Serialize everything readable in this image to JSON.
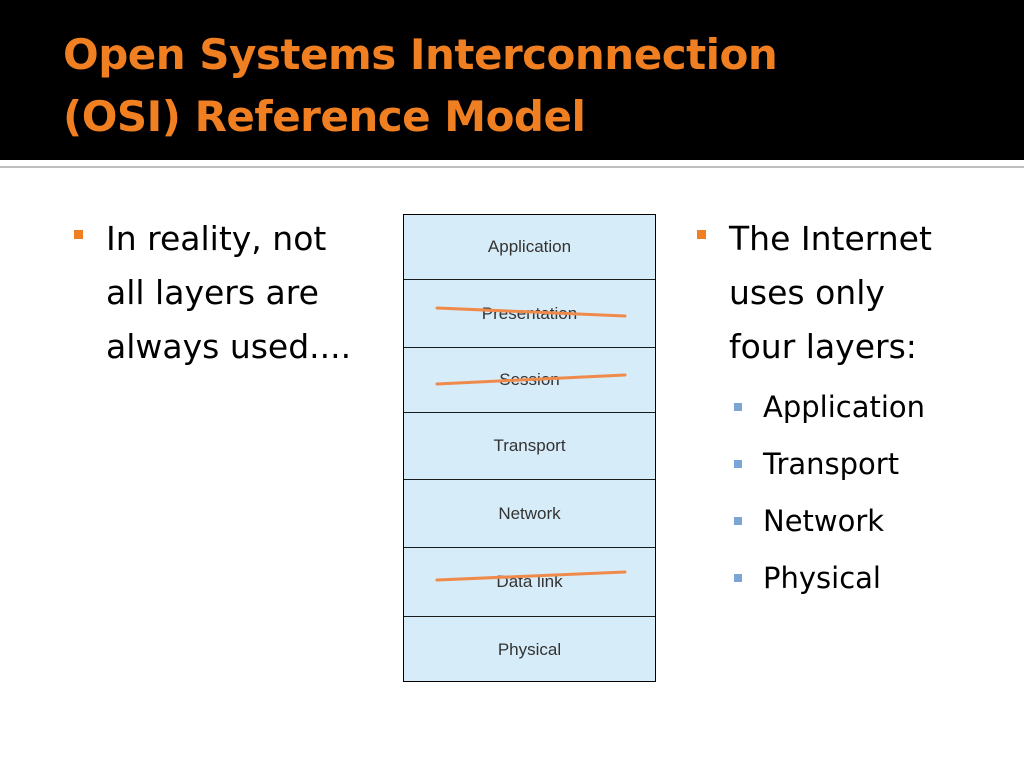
{
  "title": {
    "line1": "Open Systems Interconnection",
    "line2": "(OSI) Reference Model"
  },
  "left_bullet": {
    "line1": "In reality, not",
    "line2": "all layers are",
    "line3": "always used...."
  },
  "right_bullet": {
    "line1": "The Internet",
    "line2": "uses only",
    "line3": "four layers:",
    "sub_items": [
      "Application",
      "Transport",
      "Network",
      "Physical"
    ]
  },
  "osi_stack": {
    "layers": [
      "Application",
      "Presentation",
      "Session",
      "Transport",
      "Network",
      "Data link",
      "Physical"
    ],
    "struck_out": [
      "Presentation",
      "Session",
      "Data link"
    ]
  },
  "colors": {
    "header_bg": "#000000",
    "title": "#f07f22",
    "bullet_primary": "#f07f22",
    "bullet_secondary": "#7aa5d6",
    "layer_fill": "#d6ecf8",
    "strike_line": "#f08a4b"
  }
}
